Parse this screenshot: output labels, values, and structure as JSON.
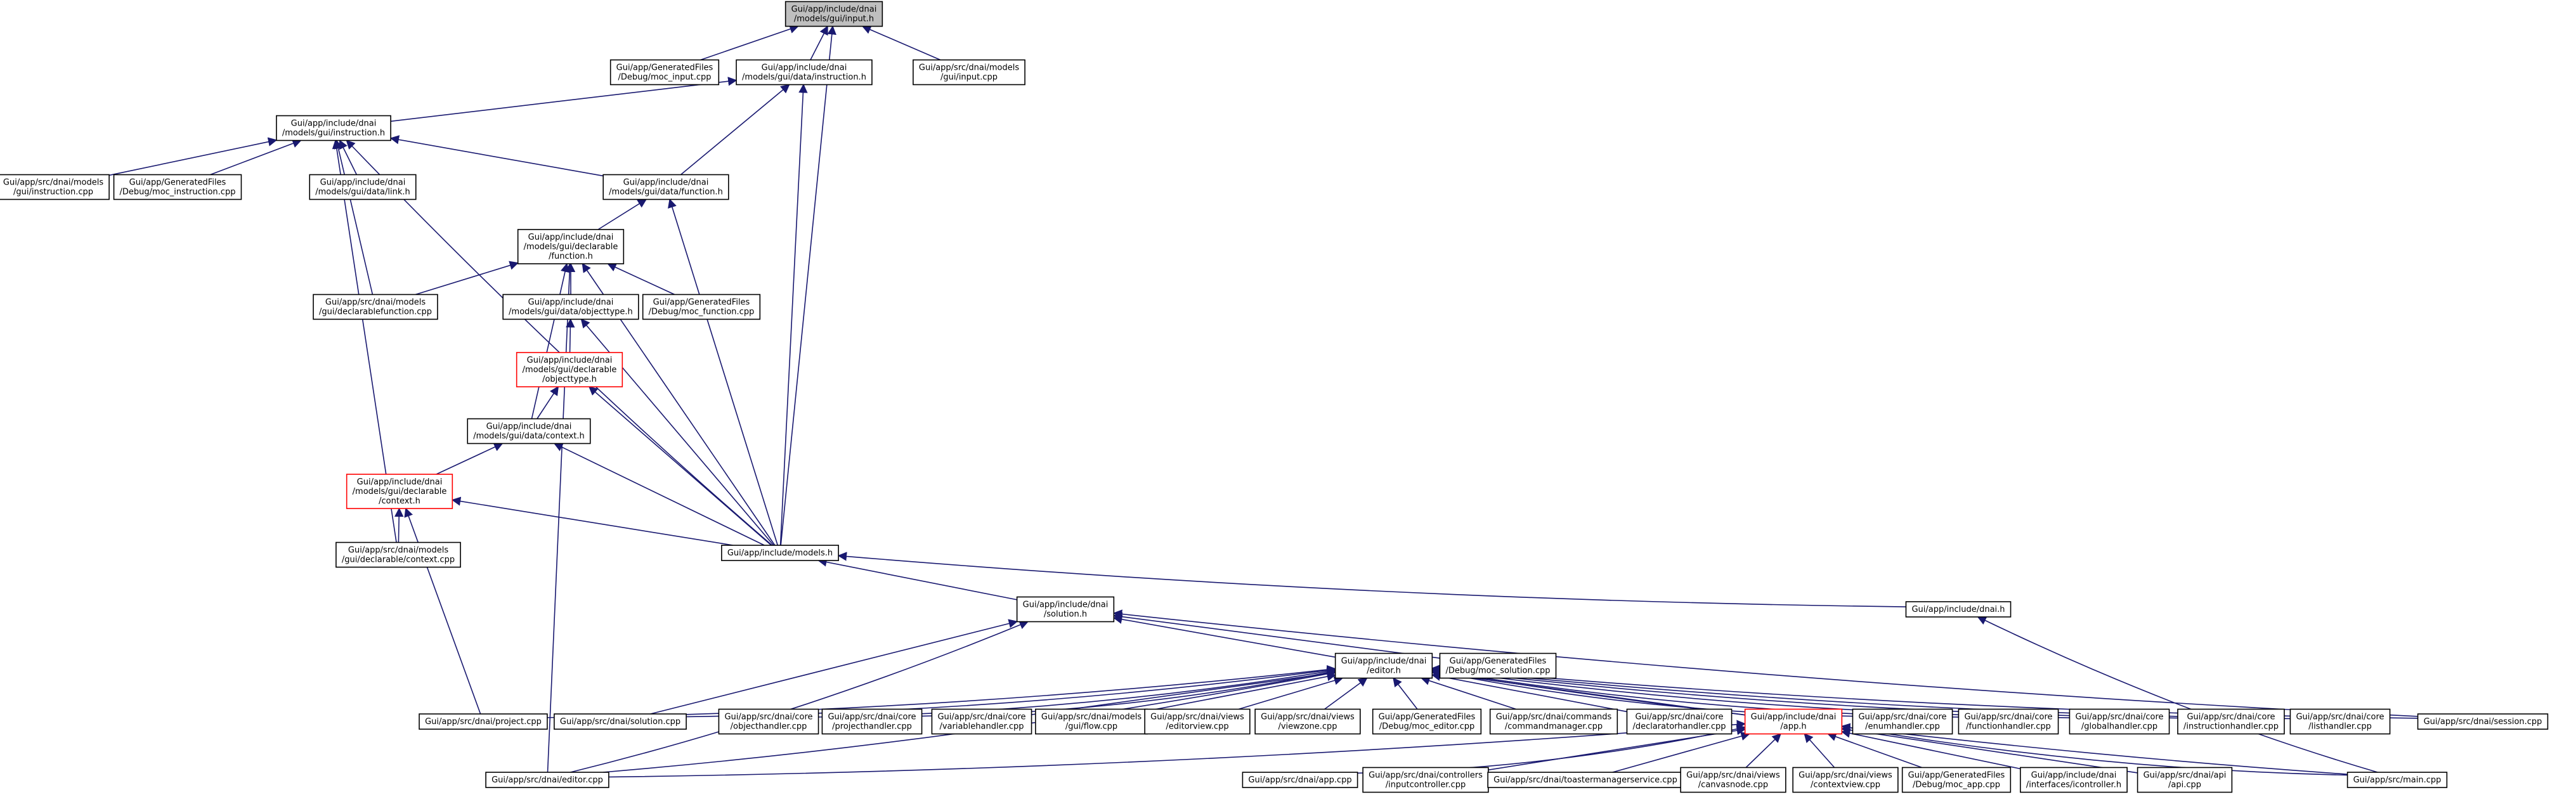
{
  "graph": {
    "nodes": [
      {
        "id": "input_h",
        "lines": [
          "Gui/app/include/dnai",
          "/models/gui/input.h"
        ],
        "style": "root"
      },
      {
        "id": "moc_input",
        "lines": [
          "Gui/app/GeneratedFiles",
          "/Debug/moc_input.cpp"
        ]
      },
      {
        "id": "data_instruction_h",
        "lines": [
          "Gui/app/include/dnai",
          "/models/gui/data/instruction.h"
        ]
      },
      {
        "id": "src_input",
        "lines": [
          "Gui/app/src/dnai/models",
          "/gui/input.cpp"
        ]
      },
      {
        "id": "gui_instruction_h",
        "lines": [
          "Gui/app/include/dnai",
          "/models/gui/instruction.h"
        ]
      },
      {
        "id": "src_instruction",
        "lines": [
          "Gui/app/src/dnai/models",
          "/gui/instruction.cpp"
        ]
      },
      {
        "id": "moc_instruction",
        "lines": [
          "Gui/app/GeneratedFiles",
          "/Debug/moc_instruction.cpp"
        ]
      },
      {
        "id": "link_h",
        "lines": [
          "Gui/app/include/dnai",
          "/models/gui/data/link.h"
        ]
      },
      {
        "id": "function_h",
        "lines": [
          "Gui/app/include/dnai",
          "/models/gui/data/function.h"
        ]
      },
      {
        "id": "decl_function_h",
        "lines": [
          "Gui/app/include/dnai",
          "/models/gui/declarable",
          "/function.h"
        ]
      },
      {
        "id": "src_declfunction",
        "lines": [
          "Gui/app/src/dnai/models",
          "/gui/declarablefunction.cpp"
        ]
      },
      {
        "id": "objecttype_h",
        "lines": [
          "Gui/app/include/dnai",
          "/models/gui/data/objecttype.h"
        ]
      },
      {
        "id": "moc_function",
        "lines": [
          "Gui/app/GeneratedFiles",
          "/Debug/moc_function.cpp"
        ]
      },
      {
        "id": "decl_objecttype_h",
        "lines": [
          "Gui/app/include/dnai",
          "/models/gui/declarable",
          "/objecttype.h"
        ],
        "style": "trunc"
      },
      {
        "id": "data_context_h",
        "lines": [
          "Gui/app/include/dnai",
          "/models/gui/data/context.h"
        ]
      },
      {
        "id": "decl_context_h",
        "lines": [
          "Gui/app/include/dnai",
          "/models/gui/declarable",
          "/context.h"
        ],
        "style": "trunc"
      },
      {
        "id": "src_declcontext",
        "lines": [
          "Gui/app/src/dnai/models",
          "/gui/declarable/context.cpp"
        ]
      },
      {
        "id": "models_h",
        "lines": [
          "Gui/app/include/models.h"
        ]
      },
      {
        "id": "solution_h",
        "lines": [
          "Gui/app/include/dnai",
          "/solution.h"
        ]
      },
      {
        "id": "dnai_h",
        "lines": [
          "Gui/app/include/dnai.h"
        ]
      },
      {
        "id": "editor_h",
        "lines": [
          "Gui/app/include/dnai",
          "/editor.h"
        ]
      },
      {
        "id": "moc_solution",
        "lines": [
          "Gui/app/GeneratedFiles",
          "/Debug/moc_solution.cpp"
        ]
      },
      {
        "id": "project_cpp",
        "lines": [
          "Gui/app/src/dnai/project.cpp"
        ]
      },
      {
        "id": "solution_cpp",
        "lines": [
          "Gui/app/src/dnai/solution.cpp"
        ]
      },
      {
        "id": "objecthandler",
        "lines": [
          "Gui/app/src/dnai/core",
          "/objecthandler.cpp"
        ]
      },
      {
        "id": "projecthandler",
        "lines": [
          "Gui/app/src/dnai/core",
          "/projecthandler.cpp"
        ]
      },
      {
        "id": "variablehandler",
        "lines": [
          "Gui/app/src/dnai/core",
          "/variablehandler.cpp"
        ]
      },
      {
        "id": "guiflow",
        "lines": [
          "Gui/app/src/dnai/models",
          "/gui/flow.cpp"
        ]
      },
      {
        "id": "editorview",
        "lines": [
          "Gui/app/src/dnai/views",
          "/editorview.cpp"
        ]
      },
      {
        "id": "viewzone",
        "lines": [
          "Gui/app/src/dnai/views",
          "/viewzone.cpp"
        ]
      },
      {
        "id": "moc_editor",
        "lines": [
          "Gui/app/GeneratedFiles",
          "/Debug/moc_editor.cpp"
        ]
      },
      {
        "id": "commandmanager",
        "lines": [
          "Gui/app/src/dnai/commands",
          "/commandmanager.cpp"
        ]
      },
      {
        "id": "declaratorhandler",
        "lines": [
          "Gui/app/src/dnai/core",
          "/declaratorhandler.cpp"
        ]
      },
      {
        "id": "app_h",
        "lines": [
          "Gui/app/include/dnai",
          "/app.h"
        ],
        "style": "trunc"
      },
      {
        "id": "enumhandler",
        "lines": [
          "Gui/app/src/dnai/core",
          "/enumhandler.cpp"
        ]
      },
      {
        "id": "functionhandler",
        "lines": [
          "Gui/app/src/dnai/core",
          "/functionhandler.cpp"
        ]
      },
      {
        "id": "globalhandler",
        "lines": [
          "Gui/app/src/dnai/core",
          "/globalhandler.cpp"
        ]
      },
      {
        "id": "instructionhandler",
        "lines": [
          "Gui/app/src/dnai/core",
          "/instructionhandler.cpp"
        ]
      },
      {
        "id": "listhandler",
        "lines": [
          "Gui/app/src/dnai/core",
          "/listhandler.cpp"
        ]
      },
      {
        "id": "session_cpp",
        "lines": [
          "Gui/app/src/dnai/session.cpp"
        ]
      },
      {
        "id": "editor_cpp",
        "lines": [
          "Gui/app/src/dnai/editor.cpp"
        ]
      },
      {
        "id": "app_cpp",
        "lines": [
          "Gui/app/src/dnai/app.cpp"
        ]
      },
      {
        "id": "inputcontroller",
        "lines": [
          "Gui/app/src/dnai/controllers",
          "/inputcontroller.cpp"
        ]
      },
      {
        "id": "toastermanager",
        "lines": [
          "Gui/app/src/dnai/toastermanagerservice.cpp"
        ]
      },
      {
        "id": "canvasnode",
        "lines": [
          "Gui/app/src/dnai/views",
          "/canvasnode.cpp"
        ]
      },
      {
        "id": "contextview",
        "lines": [
          "Gui/app/src/dnai/views",
          "/contextview.cpp"
        ]
      },
      {
        "id": "moc_app",
        "lines": [
          "Gui/app/GeneratedFiles",
          "/Debug/moc_app.cpp"
        ]
      },
      {
        "id": "icontroller_h",
        "lines": [
          "Gui/app/include/dnai",
          "/interfaces/icontroller.h"
        ]
      },
      {
        "id": "api_cpp",
        "lines": [
          "Gui/app/src/dnai/api",
          "/api.cpp"
        ]
      },
      {
        "id": "main_cpp",
        "lines": [
          "Gui/app/src/main.cpp"
        ]
      }
    ],
    "edges": [
      [
        "input_h",
        "moc_input"
      ],
      [
        "input_h",
        "data_instruction_h"
      ],
      [
        "input_h",
        "src_input"
      ],
      [
        "input_h",
        "models_h"
      ],
      [
        "data_instruction_h",
        "gui_instruction_h"
      ],
      [
        "data_instruction_h",
        "function_h"
      ],
      [
        "data_instruction_h",
        "models_h"
      ],
      [
        "gui_instruction_h",
        "src_instruction"
      ],
      [
        "gui_instruction_h",
        "moc_instruction"
      ],
      [
        "gui_instruction_h",
        "link_h"
      ],
      [
        "gui_instruction_h",
        "function_h"
      ],
      [
        "gui_instruction_h",
        "src_declfunction"
      ],
      [
        "gui_instruction_h",
        "src_declcontext"
      ],
      [
        "gui_instruction_h",
        "models_h"
      ],
      [
        "function_h",
        "decl_function_h"
      ],
      [
        "function_h",
        "models_h"
      ],
      [
        "decl_function_h",
        "src_declfunction"
      ],
      [
        "decl_function_h",
        "objecttype_h"
      ],
      [
        "decl_function_h",
        "moc_function"
      ],
      [
        "decl_function_h",
        "data_context_h"
      ],
      [
        "decl_function_h",
        "editor_cpp"
      ],
      [
        "decl_function_h",
        "models_h"
      ],
      [
        "objecttype_h",
        "decl_objecttype_h"
      ],
      [
        "objecttype_h",
        "models_h"
      ],
      [
        "decl_objecttype_h",
        "data_context_h"
      ],
      [
        "decl_objecttype_h",
        "models_h"
      ],
      [
        "data_context_h",
        "decl_context_h"
      ],
      [
        "data_context_h",
        "models_h"
      ],
      [
        "decl_context_h",
        "src_declcontext"
      ],
      [
        "decl_context_h",
        "project_cpp"
      ],
      [
        "decl_context_h",
        "models_h"
      ],
      [
        "models_h",
        "solution_h"
      ],
      [
        "models_h",
        "dnai_h"
      ],
      [
        "solution_h",
        "editor_h"
      ],
      [
        "solution_h",
        "moc_solution"
      ],
      [
        "solution_h",
        "solution_cpp"
      ],
      [
        "solution_h",
        "editor_cpp"
      ],
      [
        "solution_h",
        "session_cpp"
      ],
      [
        "dnai_h",
        "main_cpp"
      ],
      [
        "editor_h",
        "project_cpp"
      ],
      [
        "editor_h",
        "solution_cpp"
      ],
      [
        "editor_h",
        "objecthandler"
      ],
      [
        "editor_h",
        "projecthandler"
      ],
      [
        "editor_h",
        "variablehandler"
      ],
      [
        "editor_h",
        "guiflow"
      ],
      [
        "editor_h",
        "editorview"
      ],
      [
        "editor_h",
        "viewzone"
      ],
      [
        "editor_h",
        "moc_editor"
      ],
      [
        "editor_h",
        "commandmanager"
      ],
      [
        "editor_h",
        "declaratorhandler"
      ],
      [
        "editor_h",
        "app_h"
      ],
      [
        "editor_h",
        "enumhandler"
      ],
      [
        "editor_h",
        "functionhandler"
      ],
      [
        "editor_h",
        "globalhandler"
      ],
      [
        "editor_h",
        "instructionhandler"
      ],
      [
        "editor_h",
        "listhandler"
      ],
      [
        "editor_h",
        "session_cpp"
      ],
      [
        "editor_h",
        "editor_cpp"
      ],
      [
        "editor_h",
        "main_cpp"
      ],
      [
        "app_h",
        "editor_cpp"
      ],
      [
        "app_h",
        "app_cpp"
      ],
      [
        "app_h",
        "inputcontroller"
      ],
      [
        "app_h",
        "toastermanager"
      ],
      [
        "app_h",
        "canvasnode"
      ],
      [
        "app_h",
        "contextview"
      ],
      [
        "app_h",
        "moc_app"
      ],
      [
        "app_h",
        "icontroller_h"
      ],
      [
        "app_h",
        "api_cpp"
      ],
      [
        "app_h",
        "main_cpp"
      ]
    ]
  }
}
